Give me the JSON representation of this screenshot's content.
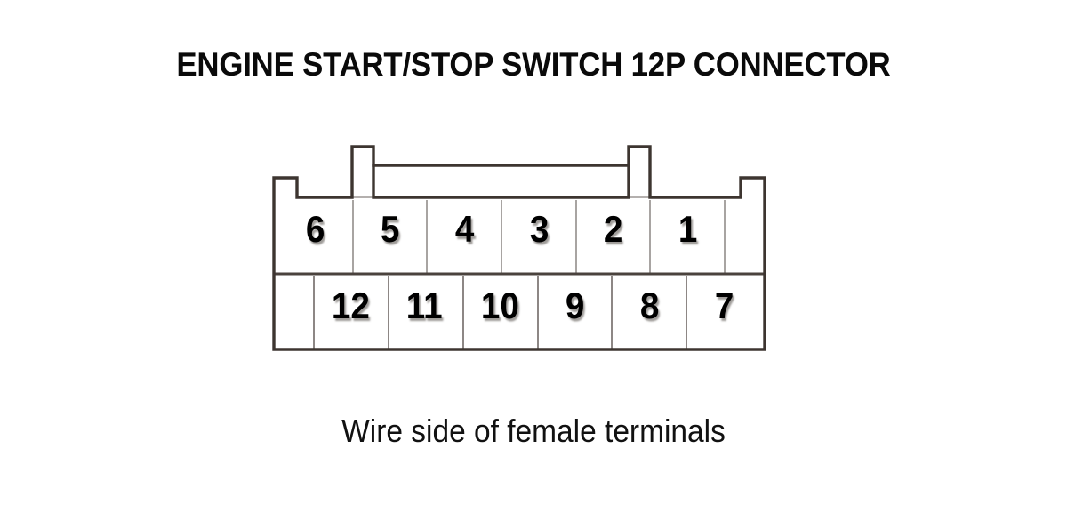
{
  "title": "ENGINE START/STOP SWITCH 12P CONNECTOR",
  "caption": "Wire side of female terminals",
  "colors": {
    "background": "#ffffff",
    "outline": "#3d3530",
    "inner_divider": "#a8a4a2",
    "label_text": "#000000",
    "title_text": "#0a0a0a"
  },
  "connector": {
    "name": "ENGINE START/STOP SWITCH",
    "pin_count_label": "12P",
    "view": "Wire side of female terminals",
    "rows": [
      {
        "row": "top",
        "cells": [
          {
            "label": "6",
            "empty": false
          },
          {
            "label": "5",
            "empty": false
          },
          {
            "label": "4",
            "empty": false
          },
          {
            "label": "3",
            "empty": false
          },
          {
            "label": "2",
            "empty": false
          },
          {
            "label": "1",
            "empty": false
          },
          {
            "label": "",
            "empty": true
          }
        ]
      },
      {
        "row": "bottom",
        "cells": [
          {
            "label": "",
            "empty": true
          },
          {
            "label": "12",
            "empty": false
          },
          {
            "label": "11",
            "empty": false
          },
          {
            "label": "10",
            "empty": false
          },
          {
            "label": "9",
            "empty": false
          },
          {
            "label": "8",
            "empty": false
          },
          {
            "label": "7",
            "empty": false
          }
        ]
      }
    ],
    "pins": {
      "top_row_order": "6 5 4 3 2 1",
      "bottom_row_order": "12 11 10 9 8 7"
    }
  }
}
